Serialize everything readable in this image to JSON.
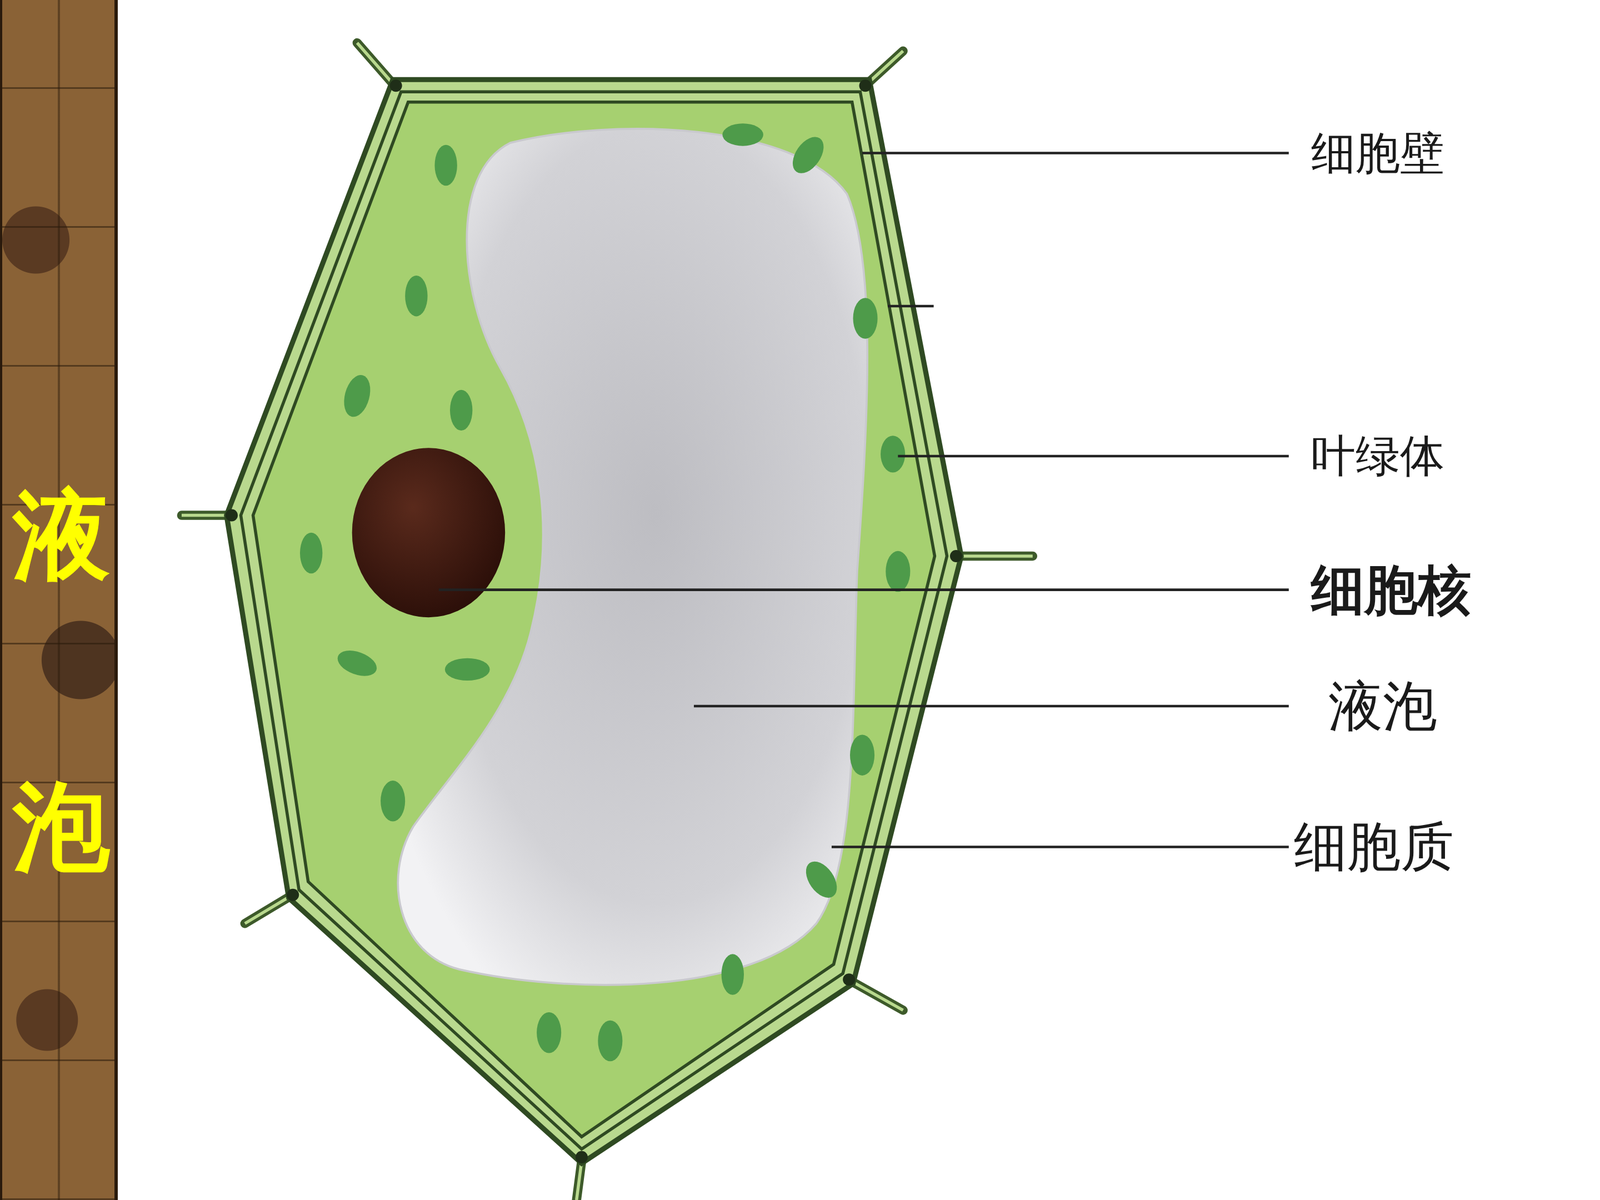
{
  "diagram": {
    "nodes": [
      {
        "text": [
          "液泡"
        ]
      }
    ],
    "labels": [
      "细胞壁",
      "叶绿体",
      "细胞核",
      "液泡",
      "细胞质"
    ]
  }
}
